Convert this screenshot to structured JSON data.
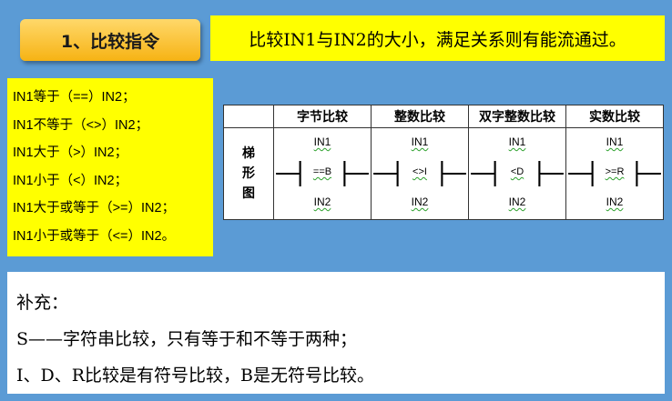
{
  "title_badge": "1、比较指令",
  "description": "比较IN1与IN2的大小，满足关系则有能流通过。",
  "conditions": [
    "IN1等于（==）IN2；",
    "IN1不等于（<>）IN2；",
    "IN1大于（>）IN2；",
    "IN1小于（<）IN2；",
    "IN1大于或等于（>=）IN2；",
    "IN1小于或等于（<=）IN2。"
  ],
  "table": {
    "row_header": "梯形图",
    "columns": [
      {
        "header": "字节比较",
        "op": "==B",
        "in1": "IN1",
        "in2": "IN2"
      },
      {
        "header": "整数比较",
        "op": "<>I",
        "in1": "IN1",
        "in2": "IN2"
      },
      {
        "header": "双字整数比较",
        "op": "<D",
        "in1": "IN1",
        "in2": "IN2"
      },
      {
        "header": "实数比较",
        "op": ">=R",
        "in1": "IN1",
        "in2": "IN2"
      }
    ]
  },
  "supplement": {
    "heading": "补充：",
    "line1": "S——字符串比较，只有等于和不等于两种；",
    "line2": "I、D、R比较是有符号比较，B是无符号比较。"
  },
  "colors": {
    "background": "#5b9bd5",
    "highlight": "#ffff00",
    "badge": "#f6b314"
  }
}
